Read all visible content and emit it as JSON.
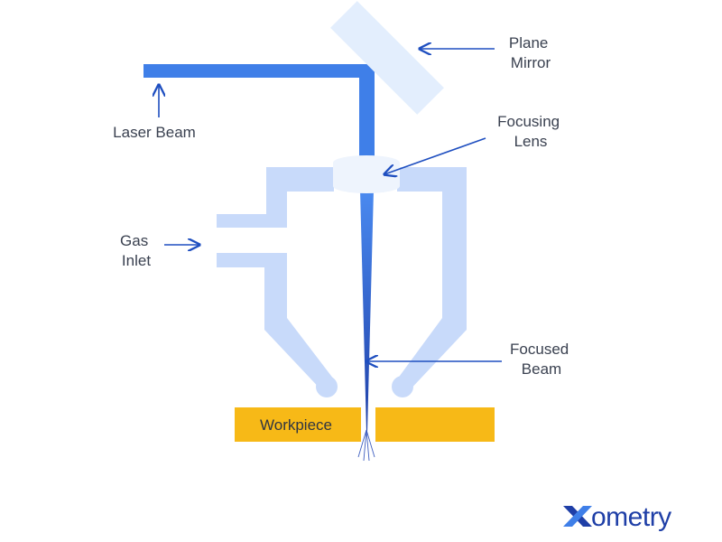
{
  "colors": {
    "beam": "#3f7fe8",
    "beam_dark": "#1f3fa7",
    "nozzle": "#c8dafa",
    "mirror": "#e3eefd",
    "lens": "#eef4fd",
    "workpiece": "#f7b917",
    "arrow": "#1f4fc0",
    "text": "#3a4150"
  },
  "labels": {
    "plane_mirror": [
      "Plane",
      "Mirror"
    ],
    "laser_beam": [
      "Laser Beam"
    ],
    "focusing_lens": [
      "Focusing",
      "Lens"
    ],
    "gas_inlet": [
      "Gas",
      "Inlet"
    ],
    "focused_beam": [
      "Focused",
      "Beam"
    ],
    "workpiece": "Workpiece"
  },
  "logo": {
    "text": "ometry",
    "mark": "X"
  }
}
